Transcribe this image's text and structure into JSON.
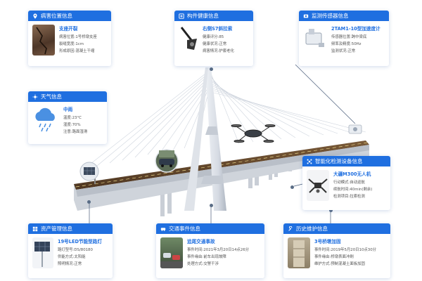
{
  "colors": {
    "header": "#1f6fe0",
    "title": "#1f6fe0",
    "deck": "#6b4b2a",
    "cable": "#cfd5de"
  },
  "cards": {
    "disease": {
      "header": "病害位置信息",
      "icon": "location-icon",
      "title": "支座开裂",
      "rows": [
        "病害位置:1号桥墩支座",
        "裂缝宽度:1cm",
        "形成原因:混凝土干缩"
      ]
    },
    "component": {
      "header": "构件健康信息",
      "icon": "component-icon",
      "title": "右侧S7斜拉索",
      "rows": [
        "健康评分:85",
        "健康状况:正常",
        "病害情况:护套老化"
      ]
    },
    "sensor": {
      "header": "监测传感器信息",
      "icon": "sensor-icon",
      "title": "2TAM1-10型加速度计",
      "rows": [
        "传感器位置:跨中梁底",
        "频率及精度:50Hz",
        "监测状况:正常"
      ]
    },
    "weather": {
      "header": "天气信息",
      "icon": "weather-icon",
      "title": "中雨",
      "rows": [
        "温度:23°C",
        "湿度:70%",
        "注意:路面湿滑"
      ]
    },
    "drone": {
      "header": "智能化检测设备信息",
      "icon": "drone-icon",
      "title": "大疆M300无人机",
      "rows": [
        "行动模式:自动巡航",
        "续航时间:40min(剩余)",
        "检测项目:拉索检测"
      ]
    },
    "asset": {
      "header": "资产管理信息",
      "icon": "asset-icon",
      "title": "19号LED节能型路灯",
      "rows": [
        "路灯型号:DS/80180",
        "供能方式:太阳能",
        "照明情况:正常"
      ]
    },
    "traffic": {
      "header": "交通事件信息",
      "icon": "traffic-icon",
      "title": "追尾交通事故",
      "rows": [
        "事件时间:2021年3月20日14点26分",
        "事件缘由:前车出现故障",
        "处理方式:交警干涉"
      ]
    },
    "maintenance": {
      "header": "历史维护信息",
      "icon": "maintenance-icon",
      "title": "3号桥墩加固",
      "rows": [
        "事件时间:2019年5月20日10点30分",
        "事件缘由:桥墩表面冲刷",
        "维护方式:预制混凝土面板加固"
      ]
    }
  }
}
